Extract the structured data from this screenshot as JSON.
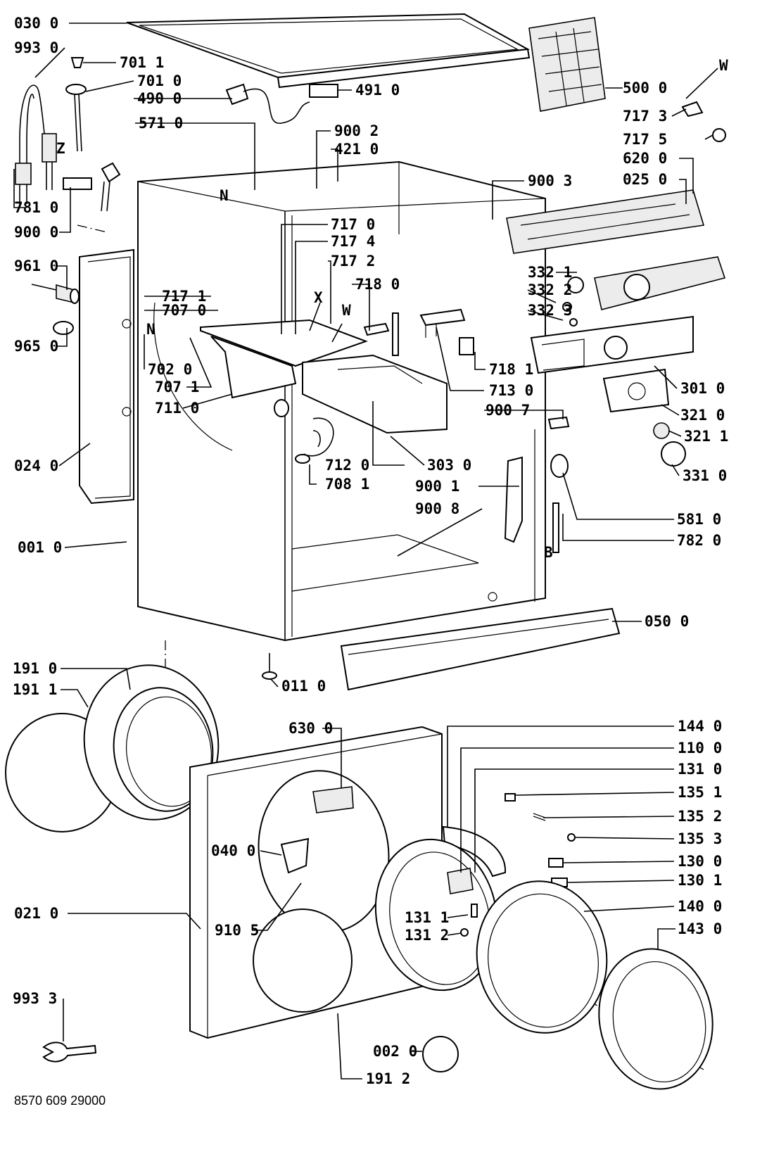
{
  "footer": "8570 609 29000",
  "labels": [
    {
      "code": "030 0"
    },
    {
      "code": "993 0"
    },
    {
      "code": "701 1"
    },
    {
      "code": "701 0"
    },
    {
      "code": "490 0"
    },
    {
      "code": "491 0"
    },
    {
      "code": "571 0"
    },
    {
      "code": "Z"
    },
    {
      "code": "781 0"
    },
    {
      "code": "900 0"
    },
    {
      "code": "N"
    },
    {
      "code": "900 2"
    },
    {
      "code": "421 0"
    },
    {
      "code": "500 0"
    },
    {
      "code": "W"
    },
    {
      "code": "717 3"
    },
    {
      "code": "717 5"
    },
    {
      "code": "620 0"
    },
    {
      "code": "025 0"
    },
    {
      "code": "900 3"
    },
    {
      "code": "961 0"
    },
    {
      "code": "965 0"
    },
    {
      "code": "717 0"
    },
    {
      "code": "717 4"
    },
    {
      "code": "717 2"
    },
    {
      "code": "718 0"
    },
    {
      "code": "X"
    },
    {
      "code": "W"
    },
    {
      "code": "717 1"
    },
    {
      "code": "707 0"
    },
    {
      "code": "N"
    },
    {
      "code": "702 0"
    },
    {
      "code": "707 1"
    },
    {
      "code": "711 0"
    },
    {
      "code": "332 1"
    },
    {
      "code": "332 2"
    },
    {
      "code": "332 3"
    },
    {
      "code": "718 1"
    },
    {
      "code": "713 0"
    },
    {
      "code": "301 0"
    },
    {
      "code": "321 0"
    },
    {
      "code": "321 1"
    },
    {
      "code": "900 7"
    },
    {
      "code": "331 0"
    },
    {
      "code": "024 0"
    },
    {
      "code": "712 0"
    },
    {
      "code": "708 1"
    },
    {
      "code": "303 0"
    },
    {
      "code": "900 1"
    },
    {
      "code": "900 8"
    },
    {
      "code": "581 0"
    },
    {
      "code": "782 0"
    },
    {
      "code": "B"
    },
    {
      "code": "001 0"
    },
    {
      "code": "050 0"
    },
    {
      "code": "191 0"
    },
    {
      "code": "191 1"
    },
    {
      "code": "011 0"
    },
    {
      "code": "630 0"
    },
    {
      "code": "144 0"
    },
    {
      "code": "110 0"
    },
    {
      "code": "131 0"
    },
    {
      "code": "135 1"
    },
    {
      "code": "135 2"
    },
    {
      "code": "135 3"
    },
    {
      "code": "040 0"
    },
    {
      "code": "130 0"
    },
    {
      "code": "130 1"
    },
    {
      "code": "021 0"
    },
    {
      "code": "910 5"
    },
    {
      "code": "140 0"
    },
    {
      "code": "131 1"
    },
    {
      "code": "131 2"
    },
    {
      "code": "143 0"
    },
    {
      "code": "993 3"
    },
    {
      "code": "002 0"
    },
    {
      "code": "191 2"
    }
  ]
}
